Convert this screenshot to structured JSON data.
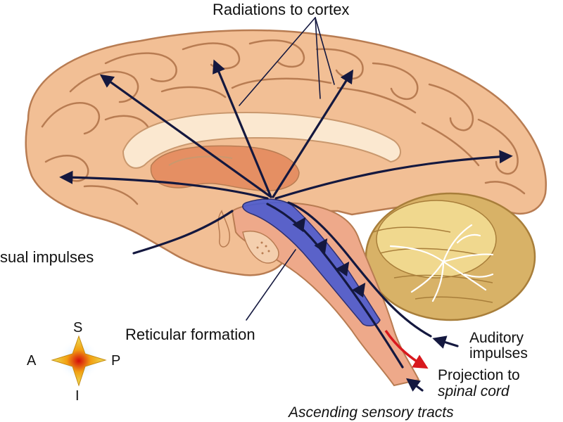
{
  "labels": {
    "radiations": "Radiations to cortex",
    "visual": "sual impulses",
    "reticular": "Reticular formation",
    "auditory_1": "Auditory",
    "auditory_2": "impulses",
    "projection_1": "Projection to",
    "projection_2": "spinal cord",
    "ascending": "Ascending sensory tracts"
  },
  "compass": {
    "superior": "S",
    "inferior": "I",
    "anterior": "A",
    "posterior": "P"
  },
  "colors": {
    "brain_tissue": "#f2bf95",
    "gyri_outline": "#b87c52",
    "corpus_callosum": "#fbe8d0",
    "cerebellum": "#d8b267",
    "reticular_formation": "#4a5bd0",
    "arrow": "#14183f",
    "projection_arrow": "#d8191e",
    "compass_core": "#f27b0e",
    "compass_glow": "#e9e15c"
  }
}
